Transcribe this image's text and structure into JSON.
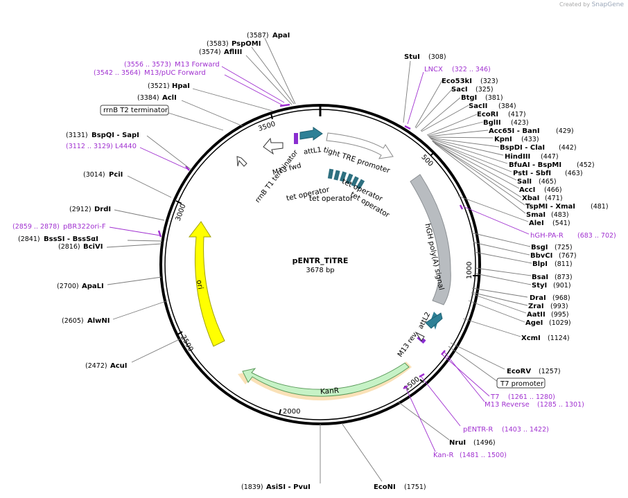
{
  "plasmid": {
    "name": "pENTR_TiTRE",
    "size": "3678 bp",
    "length": 3678
  },
  "branding": {
    "created_by": "Created by",
    "app": "SnapGene"
  },
  "colors": {
    "backbone": "#000000",
    "primer": "#a030d0",
    "ori": "#ffff00",
    "kanr": "#c6f2c6",
    "polyA": "#b8bcc0",
    "att": "#2e8096",
    "tetop": "#2e7080"
  },
  "ticks": [
    "500",
    "1000",
    "1500",
    "2000",
    "2500",
    "3000",
    "3500"
  ],
  "sites": [
    {
      "name": "StuI",
      "pos": "(308)"
    },
    {
      "name": "Eco53kI",
      "pos": "(323)"
    },
    {
      "name": "SacI",
      "pos": "(325)"
    },
    {
      "name": "BtgI",
      "pos": "(381)"
    },
    {
      "name": "SacII",
      "pos": "(384)"
    },
    {
      "name": "EcoRI",
      "pos": "(417)"
    },
    {
      "name": "BglII",
      "pos": "(423)"
    },
    {
      "name": "Acc65I - BanI",
      "pos": "(429)"
    },
    {
      "name": "KpnI",
      "pos": "(433)"
    },
    {
      "name": "BspDI - ClaI",
      "pos": "(442)"
    },
    {
      "name": "HindIII",
      "pos": "(447)"
    },
    {
      "name": "BfuAI - BspMI",
      "pos": "(452)"
    },
    {
      "name": "PstI - SbfI",
      "pos": "(463)"
    },
    {
      "name": "SalI",
      "pos": "(465)"
    },
    {
      "name": "AccI",
      "pos": "(466)"
    },
    {
      "name": "XbaI",
      "pos": "(471)"
    },
    {
      "name": "TspMI - XmaI",
      "pos": "(481)"
    },
    {
      "name": "SmaI",
      "pos": "(483)"
    },
    {
      "name": "AleI",
      "pos": "(541)"
    },
    {
      "name": "BsgI",
      "pos": "(725)"
    },
    {
      "name": "BbvCI",
      "pos": "(767)"
    },
    {
      "name": "BlpI",
      "pos": "(811)"
    },
    {
      "name": "BsaI",
      "pos": "(873)"
    },
    {
      "name": "StyI",
      "pos": "(901)"
    },
    {
      "name": "DraI",
      "pos": "(968)"
    },
    {
      "name": "ZraI",
      "pos": "(993)"
    },
    {
      "name": "AatII",
      "pos": "(995)"
    },
    {
      "name": "AgeI",
      "pos": "(1029)"
    },
    {
      "name": "XcmI",
      "pos": "(1124)"
    },
    {
      "name": "EcoRV",
      "pos": "(1257)"
    },
    {
      "name": "NruI",
      "pos": "(1496)"
    },
    {
      "name": "EcoNI",
      "pos": "(1751)"
    },
    {
      "name": "AsiSI - PvuI",
      "pos": "(1839)"
    },
    {
      "name": "AcuI",
      "pos": "(2472)"
    },
    {
      "name": "AlwNI",
      "pos": "(2605)"
    },
    {
      "name": "ApaLI",
      "pos": "(2700)"
    },
    {
      "name": "BciVI",
      "pos": "(2816)"
    },
    {
      "name": "BssSI - BssSαI",
      "pos": "(2841)"
    },
    {
      "name": "DrdI",
      "pos": "(2912)"
    },
    {
      "name": "PciI",
      "pos": "(3014)"
    },
    {
      "name": "BspQI - SapI",
      "pos": "(3131)"
    },
    {
      "name": "AclI",
      "pos": "(3384)"
    },
    {
      "name": "HpaI",
      "pos": "(3521)"
    },
    {
      "name": "AflIII",
      "pos": "(3574)"
    },
    {
      "name": "PspOMI",
      "pos": "(3583)"
    },
    {
      "name": "ApaI",
      "pos": "(3587)"
    }
  ],
  "primers": [
    {
      "name": "LNCX",
      "pos": "(322 .. 346)"
    },
    {
      "name": "hGH-PA-R",
      "pos": "(683 .. 702)"
    },
    {
      "name": "T7",
      "pos": "(1261 .. 1280)"
    },
    {
      "name": "M13 Reverse",
      "pos": "(1285 .. 1301)"
    },
    {
      "name": "pENTR-R",
      "pos": "(1403 .. 1422)"
    },
    {
      "name": "Kan-R",
      "pos": "(1481 .. 1500)"
    },
    {
      "name": "pBR322ori-F",
      "pos": "(2859 .. 2878)"
    },
    {
      "name": "L4440",
      "pos": "(3112 .. 3129)"
    },
    {
      "name": "M13/pUC Forward",
      "pos": "(3542 .. 3564)"
    },
    {
      "name": "M13 Forward",
      "pos": "(3556 .. 3573)"
    }
  ],
  "boxed_features": [
    {
      "name": "T7 promoter"
    },
    {
      "name": "rrnB T2 terminator"
    }
  ],
  "features": [
    {
      "name": "attL1"
    },
    {
      "name": "tight TRE promoter"
    },
    {
      "name": "tet operator",
      "copy": 1
    },
    {
      "name": "tet operator",
      "copy": 2
    },
    {
      "name": "tet operator",
      "copy": 3
    },
    {
      "name": "tet operator",
      "copy": 4
    },
    {
      "name": "hGH poly(A) signal"
    },
    {
      "name": "attL2"
    },
    {
      "name": "M13 rev"
    },
    {
      "name": "KanR"
    },
    {
      "name": "ori"
    },
    {
      "name": "rrnB T1 terminator"
    },
    {
      "name": "M13 fwd"
    }
  ]
}
